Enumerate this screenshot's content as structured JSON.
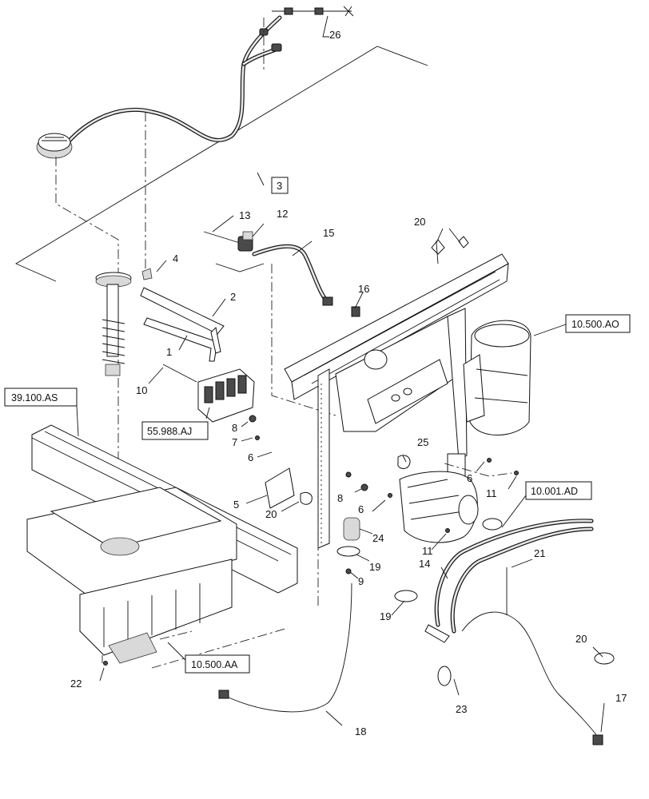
{
  "callouts": {
    "c1": "1",
    "c2": "2",
    "c3": "3",
    "c4": "4",
    "c5": "5",
    "c6a": "6",
    "c6b": "6",
    "c6c": "6",
    "c7": "7",
    "c8a": "8",
    "c8b": "8",
    "c9": "9",
    "c10": "10",
    "c11a": "11",
    "c11b": "11",
    "c12": "12",
    "c13": "13",
    "c14": "14",
    "c15": "15",
    "c16": "16",
    "c17": "17",
    "c18": "18",
    "c19a": "19",
    "c19b": "19",
    "c20a": "20",
    "c20b": "20",
    "c20c": "20",
    "c21": "21",
    "c22": "22",
    "c23": "23",
    "c24": "24",
    "c25": "25",
    "c26": "26"
  },
  "references": {
    "r39100AS": "39.100.AS",
    "r10500AO": "10.500.AO",
    "r55988AJ": "55.988.AJ",
    "r10001AD": "10.001.AD",
    "r10500AA": "10.500.AA"
  }
}
